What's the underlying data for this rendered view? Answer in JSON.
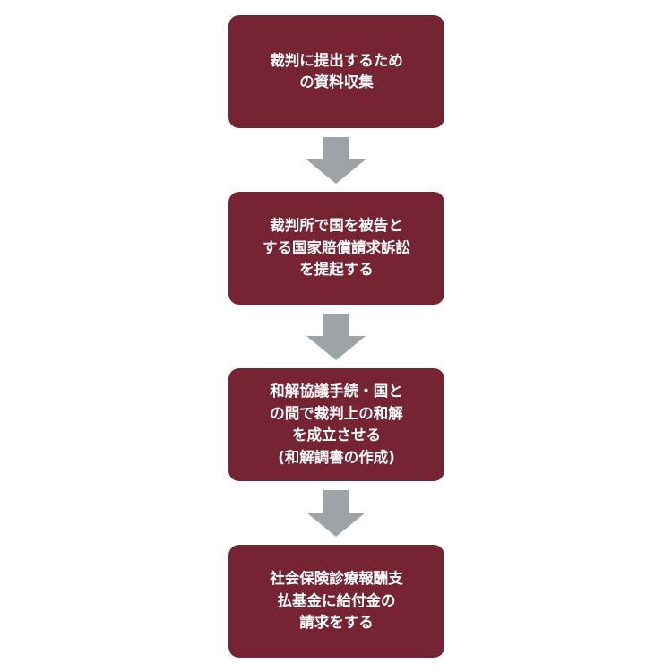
{
  "colors": {
    "box_fill": "#762333",
    "box_text": "#ffffff",
    "arrow_fill": "#9ea3a7"
  },
  "steps": [
    {
      "text": "裁判に提出するため\nの資料収集"
    },
    {
      "text": "裁判所で国を被告と\nする国家賠償請求訴訟\nを提起する"
    },
    {
      "text": "和解協議手続・国と\nの間で裁判上の和解\nを成立させる\n(和解調書の作成)"
    },
    {
      "text": "社会保険診療報酬支\n払基金に給付金の\n請求をする"
    }
  ],
  "arrows": [
    {
      "icon": "down-arrow-icon"
    },
    {
      "icon": "down-arrow-icon"
    },
    {
      "icon": "down-arrow-icon"
    }
  ]
}
